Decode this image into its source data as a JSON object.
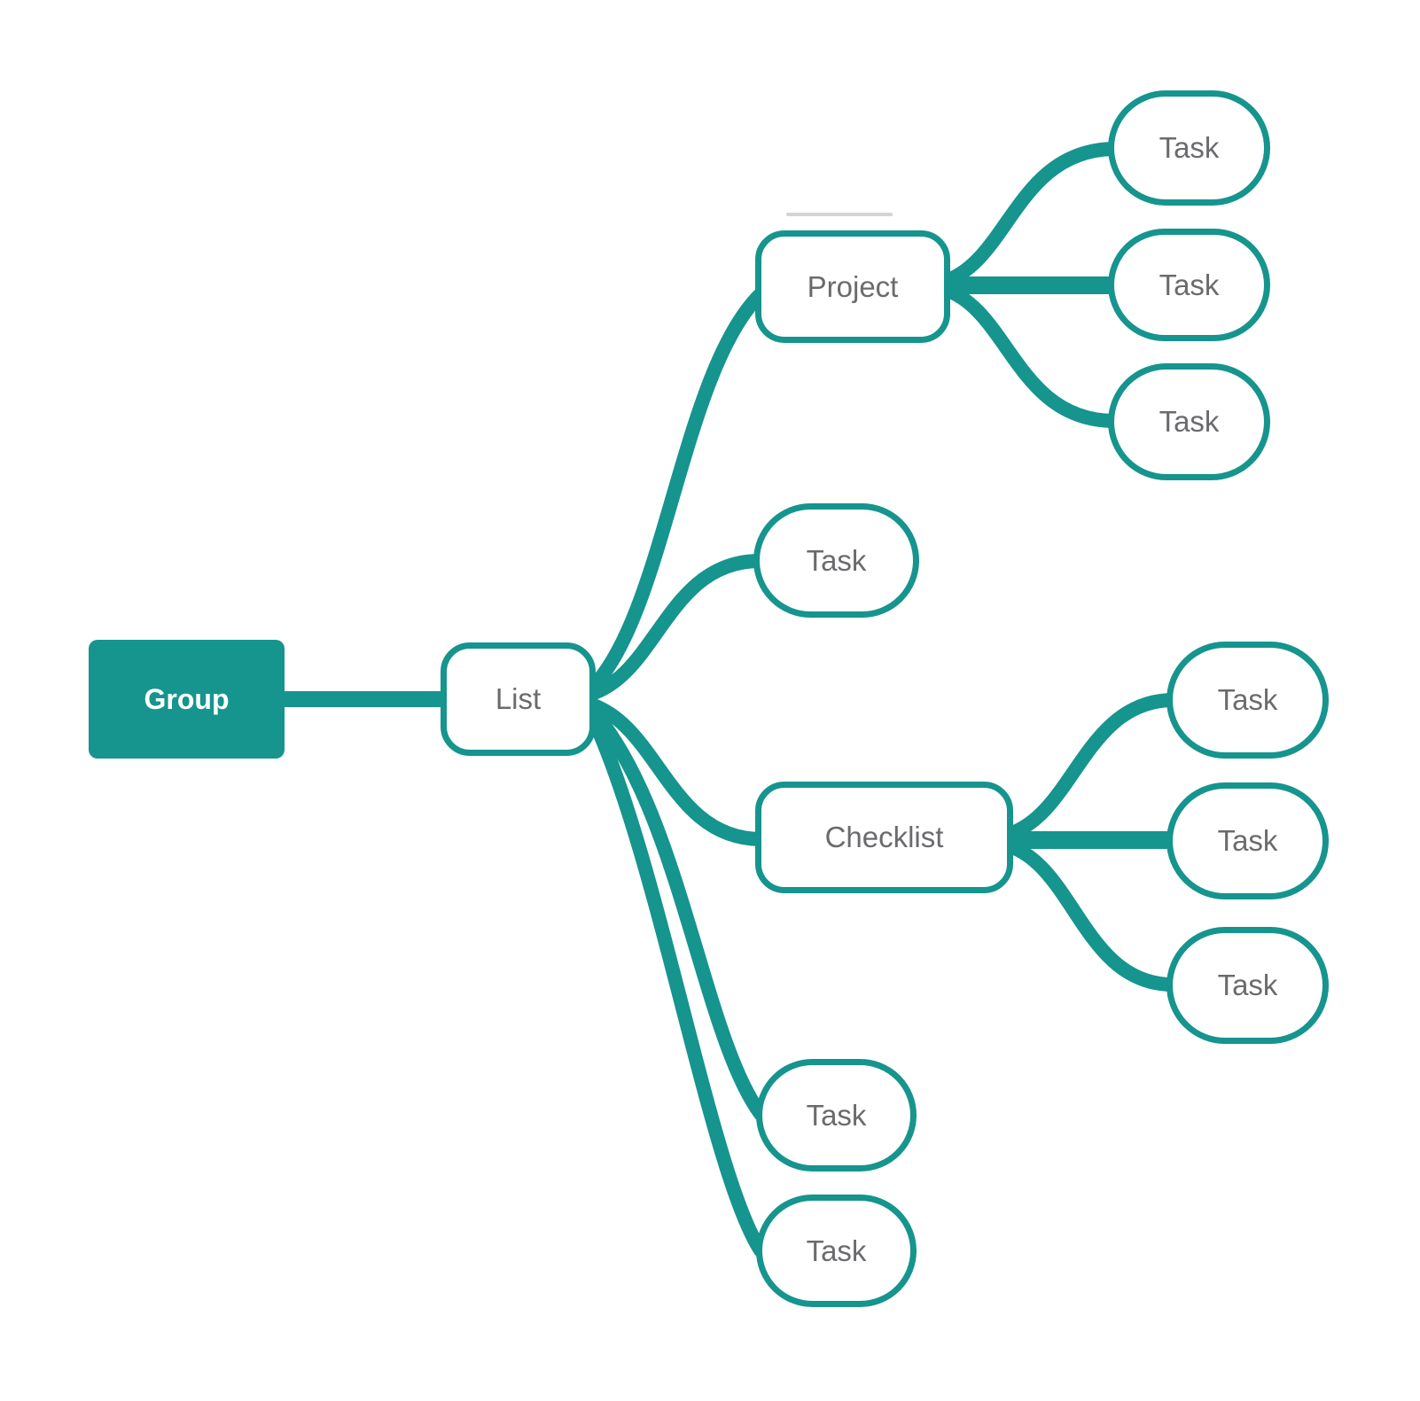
{
  "colors": {
    "accent": "#16948E",
    "label": "#6B6B6E",
    "group_label": "#FFFFFF",
    "node_fill": "#FFFFFF",
    "background": "#FFFFFF"
  },
  "mindmap": {
    "group": {
      "label": "Group"
    },
    "list": {
      "label": "List"
    },
    "list_children": [
      {
        "label": "Project",
        "children": [
          {
            "label": "Task"
          },
          {
            "label": "Task"
          },
          {
            "label": "Task"
          }
        ]
      },
      {
        "label": "Task"
      },
      {
        "label": "Checklist",
        "children": [
          {
            "label": "Task"
          },
          {
            "label": "Task"
          },
          {
            "label": "Task"
          }
        ]
      },
      {
        "label": "Task"
      },
      {
        "label": "Task"
      }
    ]
  }
}
